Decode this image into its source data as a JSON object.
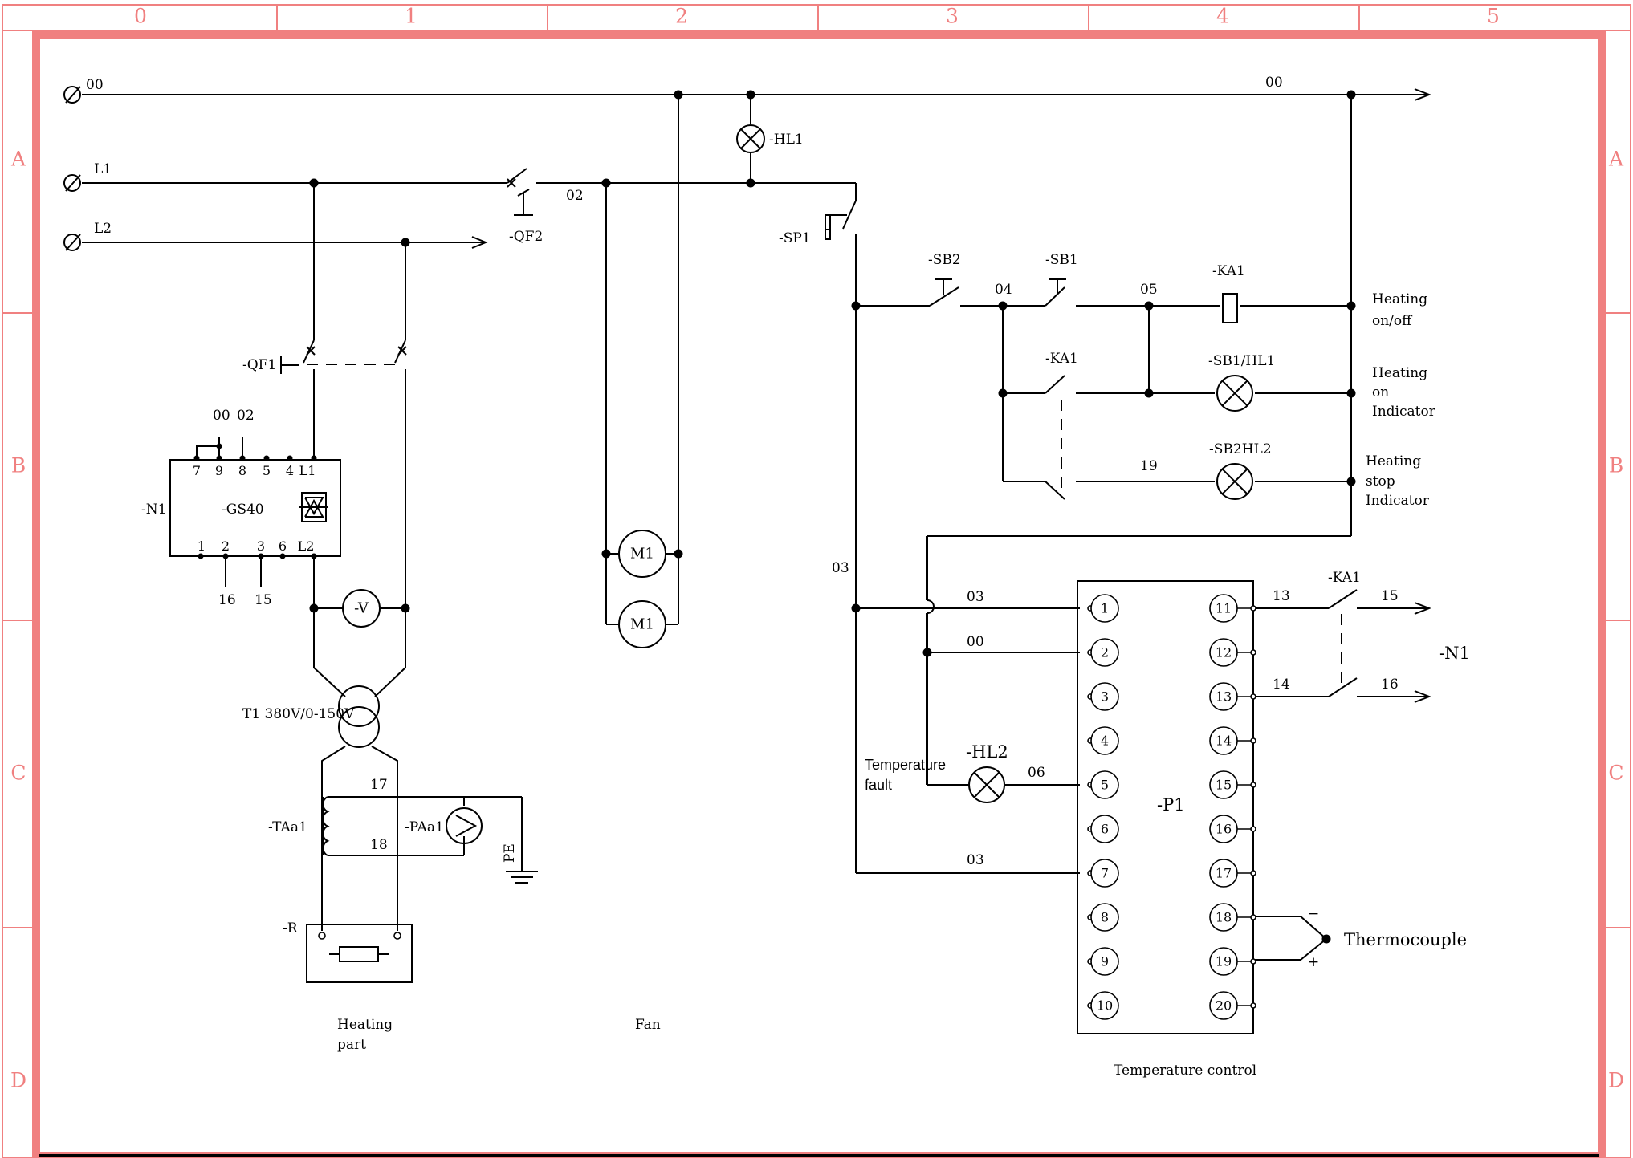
{
  "frame": {
    "columns": [
      "0",
      "1",
      "2",
      "3",
      "4",
      "5"
    ],
    "rows": [
      "A",
      "B",
      "C",
      "D"
    ]
  },
  "power": {
    "terminal_00": "00",
    "terminal_l1": "L1",
    "terminal_l2": "L2",
    "net_00_right": "00",
    "net_02": "02",
    "qf2": "-QF2",
    "qf1": "-QF1",
    "hl1": "-HL1"
  },
  "gs40": {
    "label": "-GS40",
    "ref": "-N1",
    "top_pins": [
      "7",
      "9",
      "8",
      "5",
      "4",
      "L1"
    ],
    "bottom_pins": [
      "1",
      "2",
      "3",
      "6",
      "L2"
    ],
    "wire_00": "00",
    "wire_02": "02",
    "wire_16": "16",
    "wire_15": "15"
  },
  "heating": {
    "voltmeter": "-V",
    "transformer": "T1 380V/0-150V",
    "current_transformer": "-TAa1",
    "ammeter": "-PAa1",
    "wire_17": "17",
    "wire_18": "18",
    "earth": "PE",
    "resistor": "-R",
    "caption_line1": "Heating",
    "caption_line2": "part"
  },
  "fan": {
    "motor_a": "M1",
    "motor_b": "M1",
    "caption": "Fan"
  },
  "control": {
    "sp1": "-SP1",
    "net_03": "03",
    "sb2": "-SB2",
    "net_04": "04",
    "sb1": "-SB1",
    "net_05": "05",
    "ka1_coil": "-KA1",
    "ka1_contact": "-KA1",
    "sb1_hl1": "-SB1/HL1",
    "sb2_hl2": "-SB2HL2",
    "net_19": "19",
    "heating_onoff": [
      "Heating",
      "on/off"
    ],
    "heating_on_indicator": [
      "Heating",
      "on",
      "Indicator"
    ],
    "heating_stop_indicator": [
      "Heating",
      "stop",
      "Indicator"
    ]
  },
  "temperature": {
    "p1": "-P1",
    "left_pins": [
      "1",
      "2",
      "3",
      "4",
      "5",
      "6",
      "7",
      "8",
      "9",
      "10"
    ],
    "right_pins": [
      "11",
      "12",
      "13",
      "14",
      "15",
      "16",
      "17",
      "18",
      "19",
      "20"
    ],
    "wire_03_top": "03",
    "wire_00": "00",
    "wire_06": "06",
    "wire_03_bottom": "03",
    "hl2": "-HL2",
    "fault_line1": "Temperature",
    "fault_line2": "fault",
    "ka1": "-KA1",
    "out_13": "13",
    "out_15": "15",
    "out_14": "14",
    "out_16": "16",
    "n1": "-N1",
    "minus": "−",
    "plus": "+",
    "thermocouple": "Thermocouple",
    "caption": "Temperature control"
  },
  "colors": {
    "frame": "#f08080",
    "line": "#000000",
    "background": "#ffffff"
  }
}
